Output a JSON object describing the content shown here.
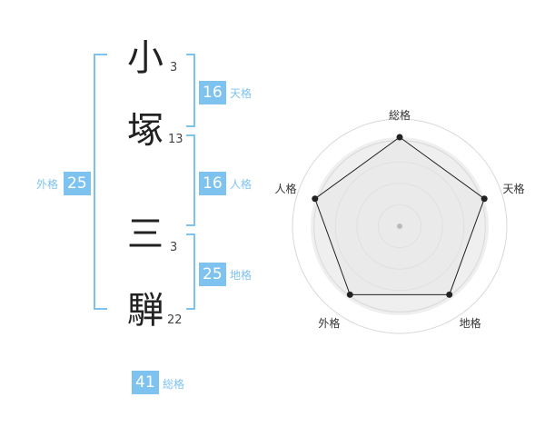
{
  "name_chars": [
    {
      "char": "小",
      "strokes": "3"
    },
    {
      "char": "塚",
      "strokes": "13"
    },
    {
      "char": "三",
      "strokes": "3"
    },
    {
      "char": "騨",
      "strokes": "22"
    }
  ],
  "fortunes": {
    "ten": {
      "value": "16",
      "label": "天格"
    },
    "jin": {
      "value": "16",
      "label": "人格"
    },
    "chi": {
      "value": "25",
      "label": "地格"
    },
    "gai": {
      "value": "25",
      "label": "外格"
    },
    "so": {
      "value": "41",
      "label": "総格"
    }
  },
  "colors": {
    "accent": "#7ec3f0",
    "radar_fill": "#efefef",
    "radar_line": "#222222",
    "grid": "#d8d8d8"
  },
  "chart_data": {
    "type": "radar",
    "axes": [
      "総格",
      "天格",
      "地格",
      "外格",
      "人格"
    ],
    "values": [
      1.0,
      1.0,
      0.95,
      0.95,
      1.0
    ],
    "range": [
      0,
      1
    ],
    "rings": 5
  }
}
